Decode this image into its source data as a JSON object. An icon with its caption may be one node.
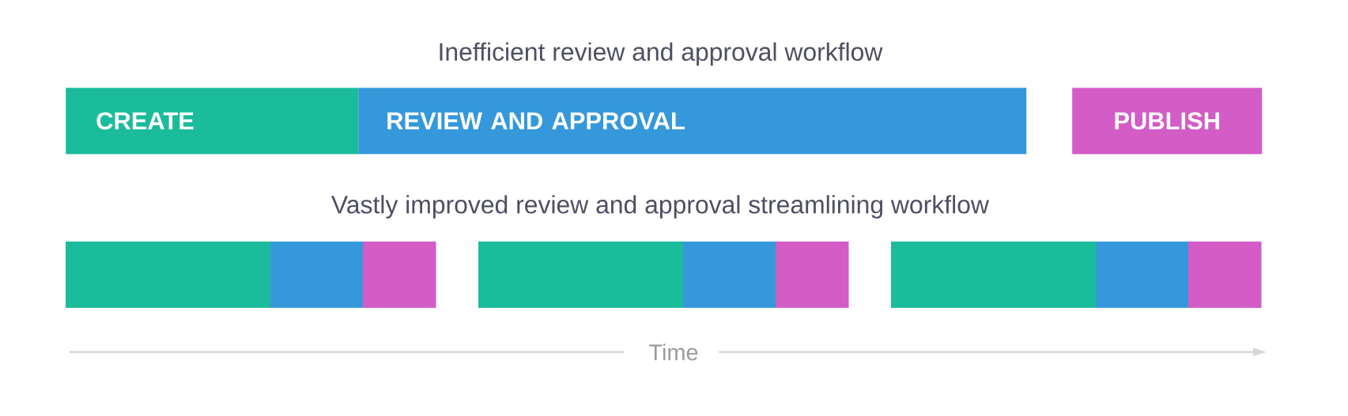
{
  "diagram": {
    "nodes": [
      {
        "text": [
          "CREATE"
        ]
      },
      {
        "text": [
          "REVIEW AND APPROVAL"
        ]
      },
      {
        "text": [
          "PUBLISH"
        ]
      },
      {
        "text": [],
        "shape": "bar"
      },
      {
        "text": [],
        "shape": "bar"
      },
      {
        "text": [],
        "shape": "bar"
      },
      {
        "text": [],
        "shape": "bar"
      },
      {
        "text": [],
        "shape": "bar"
      },
      {
        "text": [],
        "shape": "bar"
      },
      {
        "text": [],
        "shape": "bar"
      },
      {
        "text": [],
        "shape": "bar"
      },
      {
        "text": [],
        "shape": "bar"
      }
    ],
    "labels": [
      "Inefficient review and approval workflow",
      "Vastly improved review and approval streamlining workflow",
      "Time"
    ]
  }
}
